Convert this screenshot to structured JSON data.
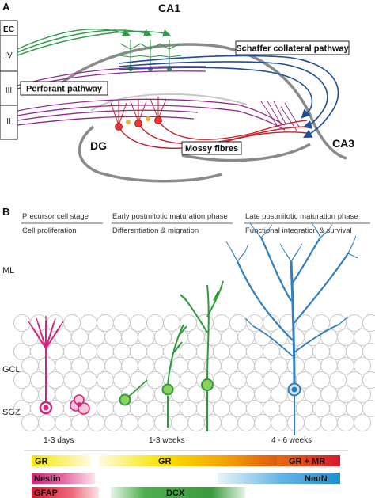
{
  "panel_a": {
    "panel_label": "A",
    "labels": {
      "ca1": "CA1",
      "ca3": "CA3",
      "dg": "DG",
      "ec": "EC",
      "layer_iv": "IV",
      "layer_iii": "III",
      "layer_ii": "II"
    },
    "boxes": {
      "perforant": "Perforant pathway",
      "schaffer": "Schaffer collateral pathway",
      "mossy": "Mossy fibres"
    },
    "colors": {
      "ec_iv": "#2e9a4a",
      "perforant": "#8b2a8f",
      "schaffer": "#1f4d96",
      "mossy": "#c8202a",
      "hippocampus": "#8a8a8a"
    }
  },
  "panel_b": {
    "panel_label": "B",
    "stages": [
      {
        "title": "Precursor cell stage",
        "subtitle": "Cell proliferation"
      },
      {
        "title": "Early postmitotic maturation phase",
        "subtitle": "Differentiation & migration"
      },
      {
        "title": "Late postmitotic maturation phase",
        "subtitle": "Functional integration & survival"
      }
    ],
    "layers": {
      "ml": "ML",
      "gcl": "GCL",
      "sgz": "SGZ"
    },
    "times": [
      "1-3 days",
      "1-3 weeks",
      "4 - 6 weeks"
    ],
    "markers": {
      "gr_1": "GR",
      "gr_2": "GR",
      "gr_mr": "GR + MR",
      "nestin": "Nestin",
      "neun": "NeuN",
      "gfap": "GFAP",
      "dcx": "DCX"
    },
    "colors": {
      "precursor": "#d4237a",
      "early": "#2e9a3a",
      "late": "#2f7fc0"
    }
  }
}
